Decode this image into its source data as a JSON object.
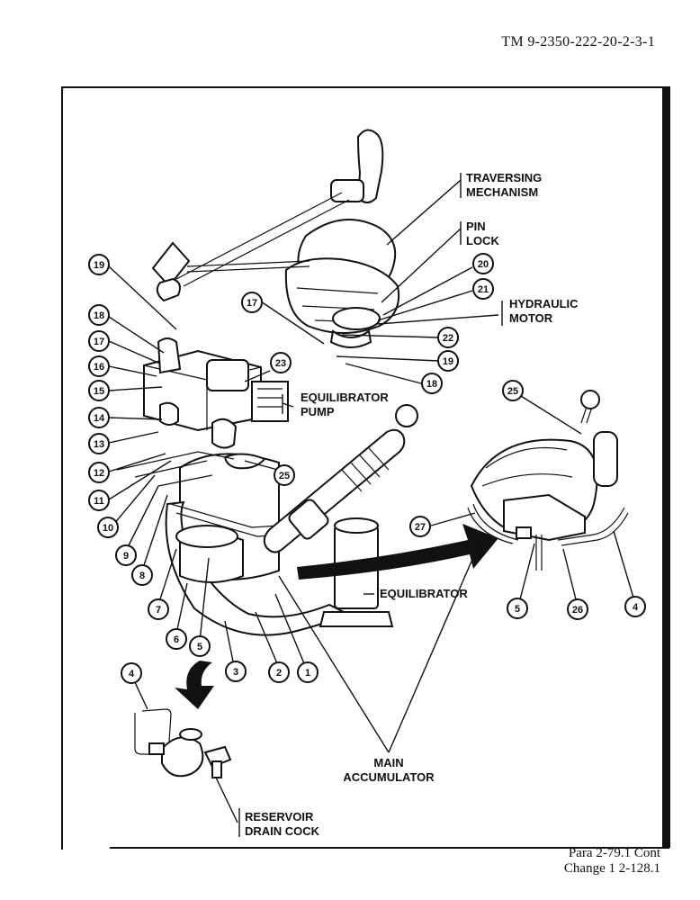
{
  "header": {
    "tm_number": "TM 9-2350-222-20-2-3-1"
  },
  "labels": {
    "traversing_1": "TRAVERSING",
    "traversing_2": "MECHANISM",
    "pin_1": "PIN",
    "pin_2": "LOCK",
    "hyd_1": "HYDRAULIC",
    "hyd_2": "MOTOR",
    "equil_pump_1": "EQUILIBRATOR",
    "equil_pump_2": "PUMP",
    "equilibrator": "EQUILIBRATOR",
    "main_acc_1": "MAIN",
    "main_acc_2": "ACCUMULATOR",
    "reservoir_1": "RESERVOIR",
    "reservoir_2": "DRAIN COCK"
  },
  "callouts": {
    "c19a": "19",
    "c18a": "18",
    "c17a": "17",
    "c16": "16",
    "c15": "15",
    "c14": "14",
    "c13": "13",
    "c12": "12",
    "c11": "11",
    "c10": "10",
    "c9": "9",
    "c8": "8",
    "c7": "7",
    "c6": "6",
    "c5a": "5",
    "c3": "3",
    "c2": "2",
    "c1": "1",
    "c4a": "4",
    "c17b": "17",
    "c20": "20",
    "c21": "21",
    "c22": "22",
    "c19b": "19",
    "c18b": "18",
    "c23": "23",
    "c25a": "25",
    "c25b": "25",
    "c27": "27",
    "c5b": "5",
    "c26": "26",
    "c4b": "4"
  },
  "footer": {
    "para": "Para 2-79.1 Cont",
    "change": "Change 1 2-128.1"
  }
}
